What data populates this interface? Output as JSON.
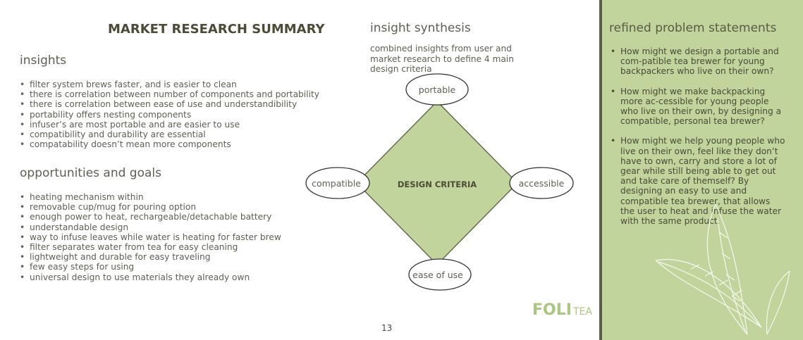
{
  "left": {
    "title": "MARKET RESEARCH SUMMARY",
    "insights_heading": "insights",
    "insights": [
      "filter system brews faster, and is easier to clean",
      "there is correlation between number of components and portability",
      "there is correlation between ease of use and understandibility",
      "portability offers nesting components",
      "infuser’s are most portable and are easier to use",
      "compatibility and durability are essential",
      "compatability doesn’t mean more components"
    ],
    "goals_heading": "opportunities and goals",
    "goals": [
      "heating mechanism within",
      "removable cup/mug for pouring option",
      "enough power to heat, rechargeable/detachable battery",
      "understandable design",
      "way to infuse leaves while water is heating for faster brew",
      "filter separates water from tea for easy cleaning",
      "lightweight and durable for easy traveling",
      "few easy steps for using",
      "universal design to use materials they already own"
    ]
  },
  "middle": {
    "heading": "insight synthesis",
    "subtitle": "combined insights from user and market research to define 4 main design criteria",
    "diagram": {
      "center": "DESIGN CRITERIA",
      "top": "portable",
      "left": "compatible",
      "right": "accessible",
      "bottom": "ease of use"
    },
    "logo_main": "FOLI",
    "logo_suffix": "TEA",
    "page_number": "13"
  },
  "right": {
    "heading": "refined problem statements",
    "statements": [
      "How might we design a portable and com-patible tea brewer for young backpackers who live on their own?",
      "How might we make backpacking more ac-cessible for young people who live on their own, by designing a compatible, personal tea brewer?",
      "How might we help young people who live on their own, feel like they don’t have to own, carry and store a lot of gear while still being able to get out and take care of themself? By designing an easy to use and compatible tea brewer, that allows the user to heat and infuse the water with the same product."
    ]
  },
  "colors": {
    "accent_green": "#c1d49b",
    "diamond_fill": "#c1d49b",
    "dark_olive": "#5c5c45",
    "logo_green": "#a9c77f"
  }
}
